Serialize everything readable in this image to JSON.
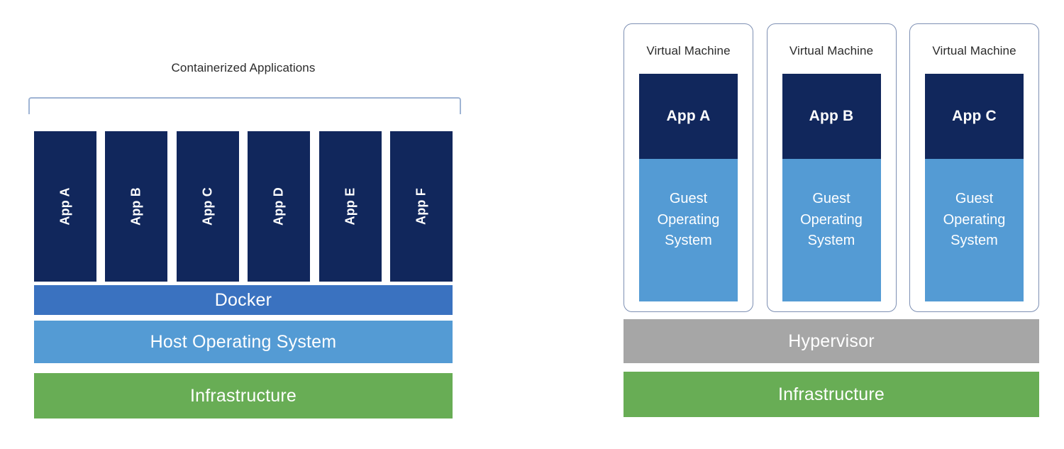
{
  "diagram": {
    "title_left": "Containerized Applications",
    "containers": {
      "apps": [
        {
          "label": "App A"
        },
        {
          "label": "App B"
        },
        {
          "label": "App C"
        },
        {
          "label": "App D"
        },
        {
          "label": "App E"
        },
        {
          "label": "App F"
        }
      ],
      "layers": [
        {
          "label": "Docker",
          "color": "#3a72c0"
        },
        {
          "label": "Host Operating System",
          "color": "#549bd4"
        },
        {
          "label": "Infrastructure",
          "color": "#68ad55"
        }
      ]
    },
    "virtual_machines": {
      "panels": [
        {
          "title": "Virtual Machine",
          "app": "App A",
          "guest_os": "Guest\nOperating\nSystem"
        },
        {
          "title": "Virtual Machine",
          "app": "App B",
          "guest_os": "Guest\nOperating\nSystem"
        },
        {
          "title": "Virtual Machine",
          "app": "App C",
          "guest_os": "Guest\nOperating\nSystem"
        }
      ],
      "layers": [
        {
          "label": "Hypervisor",
          "color": "#a6a6a6"
        },
        {
          "label": "Infrastructure",
          "color": "#68ad55"
        }
      ]
    },
    "colors": {
      "app_navy": "#11275c",
      "docker_blue": "#3a72c0",
      "os_light_blue": "#549bd4",
      "infrastructure_green": "#68ad55",
      "hypervisor_gray": "#a6a6a6",
      "panel_border": "#7d8fb3",
      "bracket": "#9fb4d4",
      "background": "#ffffff",
      "text_dark": "#2b2b2b",
      "text_light": "#ffffff"
    }
  }
}
